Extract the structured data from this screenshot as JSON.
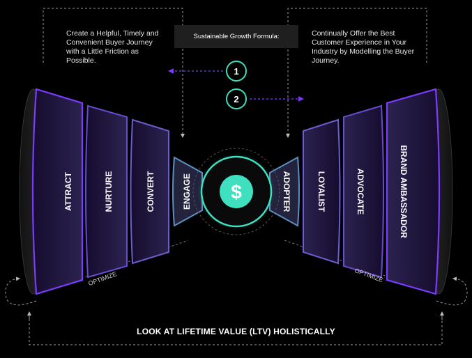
{
  "notes": {
    "left": "Create a Helpful, Timely and Convenient Buyer Journey with a Little Friction as Possible.",
    "right": "Continually Offer the Best Customer Experience in Your Industry by Modelling the Buyer Journey."
  },
  "formula": {
    "title": "Sustainable Growth Formula:"
  },
  "steps": [
    "1",
    "2"
  ],
  "center": {
    "symbol": "$"
  },
  "stages_left": [
    "ATTRACT",
    "NURTURE",
    "CONVERT",
    "ENGAGE"
  ],
  "stages_right": [
    "ADOPTER",
    "LOYALIST",
    "ADVOCATE",
    "BRAND AMBASSADOR"
  ],
  "optimize": {
    "left": "OPTIMIZE",
    "right": "OPTIMIZE"
  },
  "footer": {
    "text": "LOOK AT LIFETIME VALUE (LTV) HOLISTICALLY"
  },
  "colors": {
    "background": "#000000",
    "accent_purple": "#7b3cff",
    "accent_teal": "#3fe0c0",
    "stage_fill": "#1a1333",
    "stage_border": "#7a55d6"
  }
}
